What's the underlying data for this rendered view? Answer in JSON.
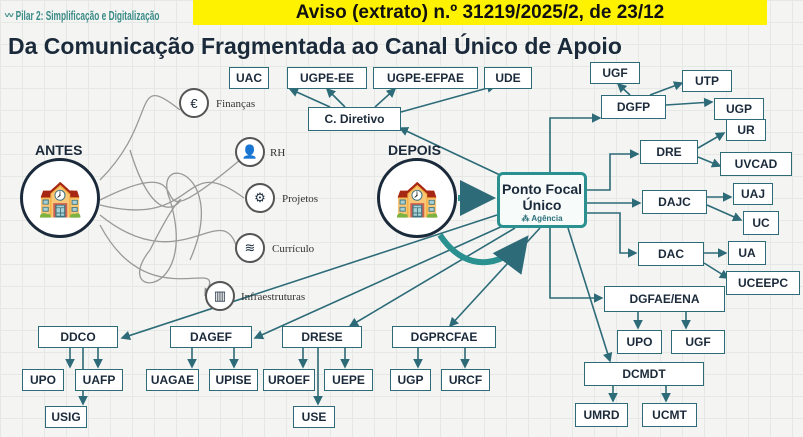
{
  "header": {
    "pilar": "Pilar 2: Simplificação e Digitalização",
    "banner": "Aviso (extrato) n.º 31219/2025/2, de 23/12",
    "title": "Da Comunicação Fragmentada ao Canal Único de Apoio"
  },
  "antes": {
    "label": "ANTES",
    "areas": [
      "Finanças",
      "RH",
      "Projetos",
      "Currículo",
      "Infraestruturas"
    ]
  },
  "depois": {
    "label": "DEPOIS"
  },
  "ponto_focal": {
    "line1": "Ponto Focal",
    "line2": "Único",
    "sub": "Agência"
  },
  "boxes": {
    "uac": "UAC",
    "ugpe_ee": "UGPE-EE",
    "ugpe_efpae": "UGPE-EFPAE",
    "ude": "UDE",
    "cdir": "C. Diretivo",
    "ugf_t": "UGF",
    "utp": "UTP",
    "dgfp": "DGFP",
    "ugp_t": "UGP",
    "ur": "UR",
    "dre": "DRE",
    "uvcad": "UVCAD",
    "dajc": "DAJC",
    "uaj": "UAJ",
    "uc": "UC",
    "dac": "DAC",
    "ua": "UA",
    "uceepc": "UCEEPC",
    "dgfae": "DGFAE/ENA",
    "upo_r": "UPO",
    "ugf_r": "UGF",
    "dcmdt": "DCMDT",
    "umrd": "UMRD",
    "ucmt": "UCMT",
    "ddco": "DDCO",
    "upo": "UPO",
    "uafp": "UAFP",
    "usig": "USIG",
    "dagef": "DAGEF",
    "uagae": "UAGAE",
    "upise": "UPISE",
    "drese": "DRESE",
    "uroef": "UROEF",
    "uepe": "UEPE",
    "use": "USE",
    "dgprcfae": "DGPRCFAE",
    "ugp_b": "UGP",
    "urcf": "URCF"
  },
  "colors": {
    "accent": "#2a9190",
    "line": "#2d6b78",
    "banner": "#fff200",
    "navy": "#1b2a3a"
  }
}
